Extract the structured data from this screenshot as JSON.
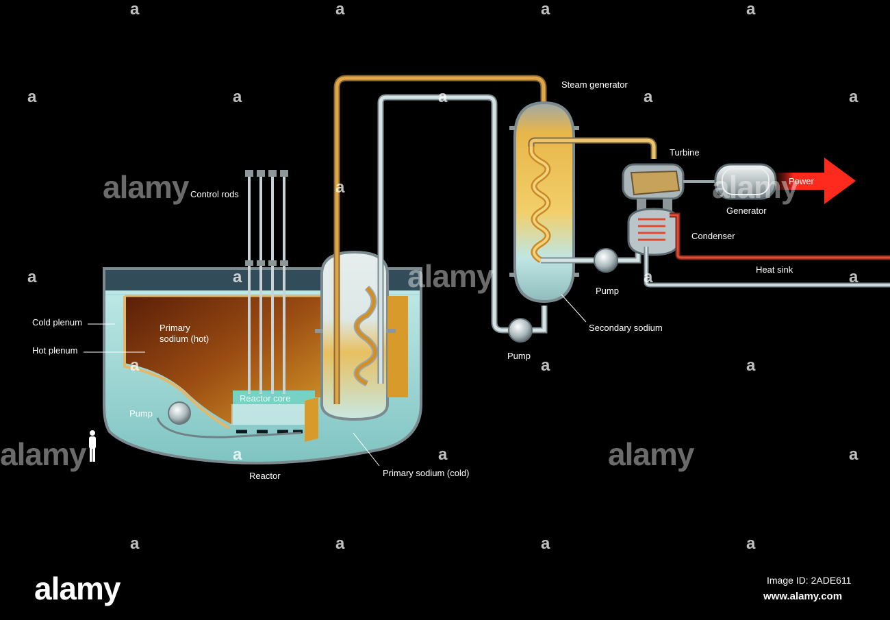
{
  "labels": {
    "control_rods": "Control rods",
    "cold_plenum": "Cold plenum",
    "hot_plenum": "Hot plenum",
    "primary_sodium_hot": [
      "Primary",
      "sodium (hot)"
    ],
    "reactor_core": "Reactor core",
    "pump_reactor": "Pump",
    "reactor": "Reactor",
    "primary_sodium_cold": "Primary sodium (cold)",
    "pump_intermediate": "Pump",
    "steam_generator": "Steam generator",
    "secondary_sodium": "Secondary sodium",
    "pump_secondary": "Pump",
    "turbine": "Turbine",
    "generator": "Generator",
    "condenser": "Condenser",
    "heat_sink": "Heat sink",
    "power": "Power"
  },
  "watermark": {
    "glyph": "a",
    "word": "alamy"
  },
  "footer": {
    "logo": "alamy",
    "image_id": "Image ID: 2ADE611",
    "url": "www.alamy.com"
  },
  "colors": {
    "background": "#000000",
    "hot_sodium": "#c8891e",
    "cold_sodium": "#a9e0dc",
    "pipe_steel": "#b8c8cc",
    "power_arrow": "#ff2a1e",
    "heat_line": "#e84a30"
  }
}
